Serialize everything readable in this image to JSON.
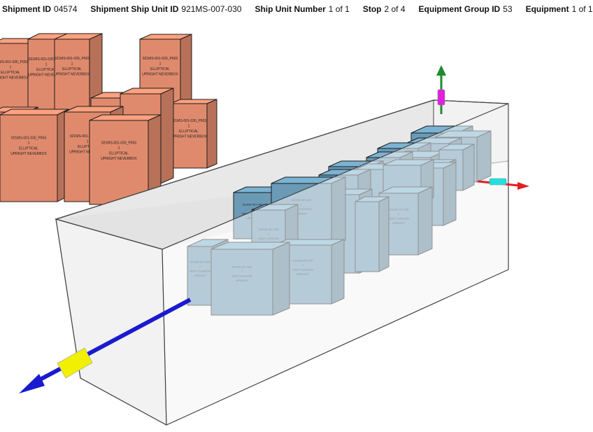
{
  "info_bar": {
    "shipment_id": {
      "label": "Shipment ID",
      "value": "04574"
    },
    "ship_unit_id": {
      "label": "Shipment Ship Unit ID",
      "value": "921MS-007-030"
    },
    "ship_unit_number": {
      "label": "Ship Unit Number",
      "value": "1 of 1"
    },
    "stop": {
      "label": "Stop",
      "value": "2 of 4"
    },
    "equipment_group_id": {
      "label": "Equipment Group ID",
      "value": "53"
    },
    "equipment": {
      "label": "Equipment",
      "value": "1 of 1"
    }
  },
  "colors": {
    "container_fill": "#e8e8e8",
    "container_edge": "#444444",
    "loaded_box": "#6a9ab6",
    "staged_box": "#e08a6d",
    "axis_x": "#e02020",
    "axis_x_handle": "#22e0e0",
    "axis_y": "#1f8a2e",
    "axis_y_handle": "#e020e0",
    "axis_z": "#1a1ad0",
    "axis_z_handle": "#f0f000"
  },
  "scene": {
    "staged_box_labels": [
      "921MS-001-030_P003",
      "1",
      "ELLIPTICAL",
      "UPRIGHT NEVERBOX"
    ],
    "loaded_box_labels": [
      "921MS-007-030",
      "1",
      "SEAT CUSHION",
      "UPRIGHT"
    ]
  }
}
